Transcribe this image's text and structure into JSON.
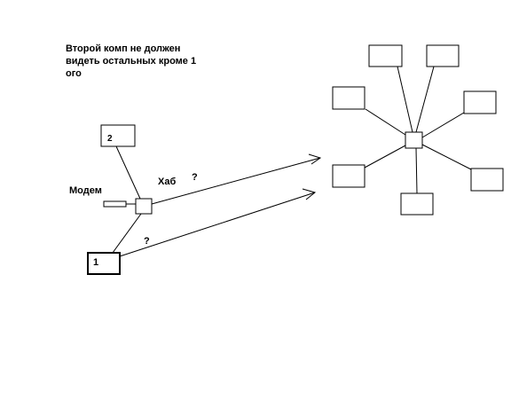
{
  "note": {
    "lines": [
      "Второй комп не должен",
      "видеть остальных кроме 1",
      "ого"
    ]
  },
  "labels": {
    "modem": "Модем",
    "hub": "Хаб",
    "question1": "?",
    "question2": "?",
    "pc2": "2",
    "pc1": "1"
  },
  "colors": {
    "stroke": "#000000",
    "background": "#ffffff"
  }
}
